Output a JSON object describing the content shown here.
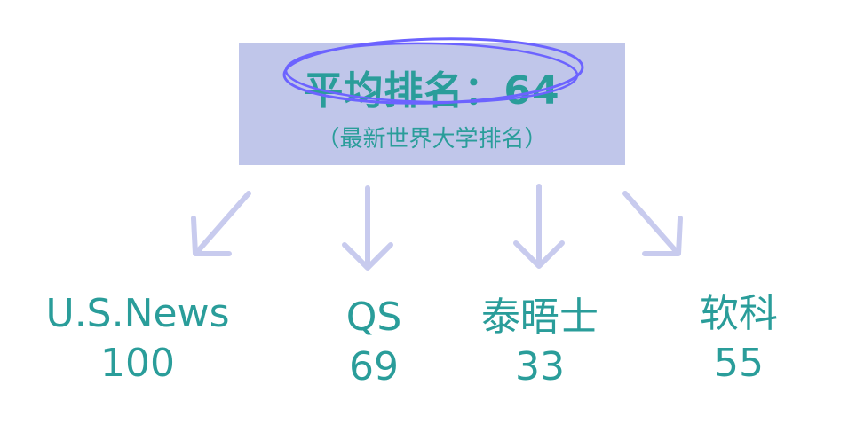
{
  "header": {
    "title": "平均排名：64",
    "subtitle": "（最新世界大学排名）"
  },
  "sources": [
    {
      "name": "U.S.News",
      "rank": "100"
    },
    {
      "name": "QS",
      "rank": "69"
    },
    {
      "name": "泰晤士",
      "rank": "33"
    },
    {
      "name": "软科",
      "rank": "55"
    }
  ],
  "colors": {
    "text": "#2a9d9a",
    "box": "#c0c6ea",
    "arrow": "#c8cbee",
    "ellipse": "#6c63ff"
  }
}
